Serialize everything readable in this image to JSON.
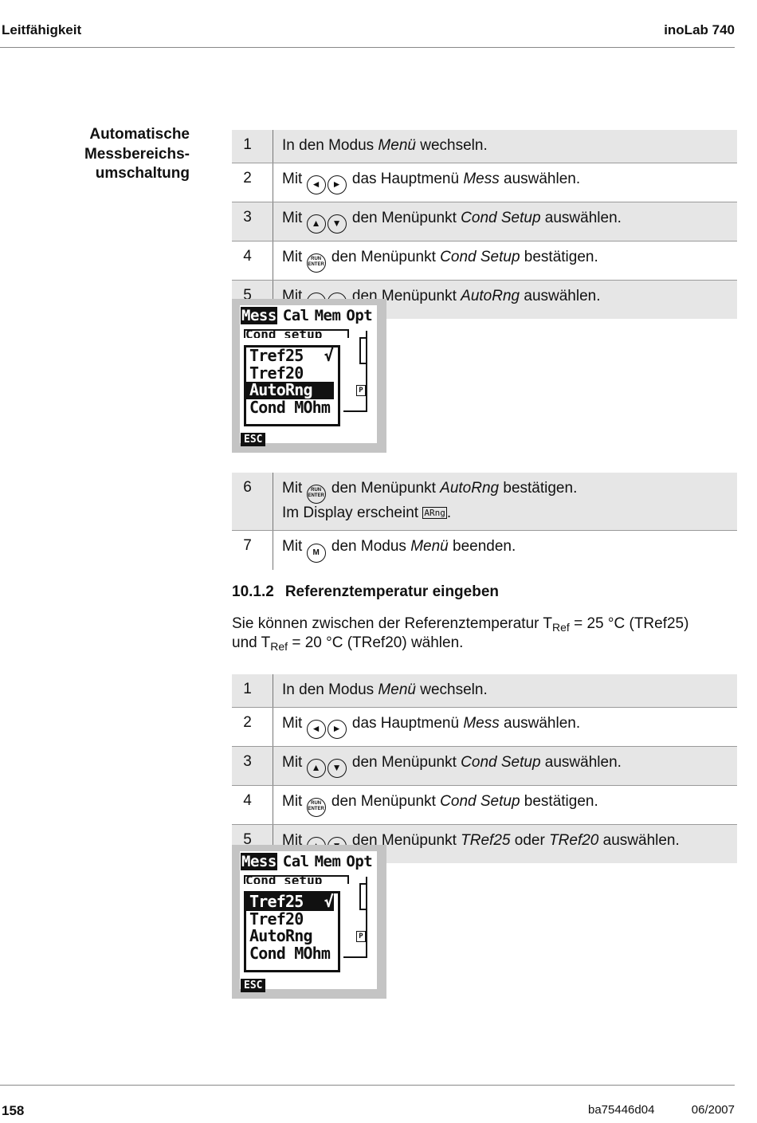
{
  "header": {
    "left": "Leitfähigkeit",
    "right": "inoLab 740"
  },
  "side_heading": [
    "Automatische",
    "Messbereichs-",
    "umschaltung"
  ],
  "keys": {
    "left": "◄",
    "right": "►",
    "up": "▲",
    "down": "▼",
    "run1": "RUN",
    "run2": "ENTER",
    "m": "M"
  },
  "table1": [
    {
      "num": "1",
      "a": "In den Modus ",
      "b": "Menü",
      "c": " wechseln."
    },
    {
      "num": "2",
      "a": "Mit ",
      "mid": " das Hauptmenü ",
      "b": "Mess",
      "c": " auswählen."
    },
    {
      "num": "3",
      "a": "Mit ",
      "mid": " den Menüpunkt ",
      "b": "Cond Setup",
      "c": " auswählen."
    },
    {
      "num": "4",
      "a": "Mit ",
      "mid": " den Menüpunkt ",
      "b": "Cond Setup",
      "c": " bestätigen."
    },
    {
      "num": "5",
      "a": "Mit ",
      "mid": " den Menüpunkt ",
      "b": "AutoRng",
      "c": " auswählen."
    }
  ],
  "lcd": {
    "menu": [
      "Mess",
      "Cal",
      "Mem",
      "Opt"
    ],
    "submenu_title": "Cond setup",
    "items": [
      "Tref25",
      "Tref20",
      "AutoRng",
      "Cond MOhm"
    ],
    "check": "√",
    "p_icon": "P",
    "esc": "ESC"
  },
  "table2": [
    {
      "num": "6",
      "a": "Mit ",
      "mid": " den Menüpunkt ",
      "b": "AutoRng",
      "c": " bestätigen.",
      "line2a": "Im Display erscheint ",
      "badge": "ARng",
      "line2c": "."
    },
    {
      "num": "7",
      "a": "Mit ",
      "mid": " den Modus ",
      "b": "Menü",
      "c": " beenden."
    }
  ],
  "section": {
    "number": "10.1.2",
    "title": "Referenztemperatur eingeben"
  },
  "para": {
    "p1": "Sie können zwischen der Referenztemperatur T",
    "sub1": "Ref",
    "p2": " = 25 °C (TRef25)",
    "p3": "und T",
    "sub2": "Ref",
    "p4": " = 20 °C (TRef20) wählen."
  },
  "table3": [
    {
      "num": "1",
      "a": "In den Modus ",
      "b": "Menü",
      "c": " wechseln."
    },
    {
      "num": "2",
      "a": "Mit ",
      "mid": " das Hauptmenü ",
      "b": "Mess",
      "c": " auswählen."
    },
    {
      "num": "3",
      "a": "Mit ",
      "mid": " den Menüpunkt ",
      "b": "Cond Setup",
      "c": " auswählen."
    },
    {
      "num": "4",
      "a": "Mit ",
      "mid": " den Menüpunkt ",
      "b": "Cond Setup",
      "c": " bestätigen."
    },
    {
      "num": "5",
      "a": "Mit ",
      "mid": " den Menüpunkt ",
      "b": "TRef25",
      "c": " oder ",
      "d": "TRef20",
      "e": " auswählen."
    }
  ],
  "footer": {
    "page": "158",
    "doc": "ba75446d04",
    "date": "06/2007"
  }
}
